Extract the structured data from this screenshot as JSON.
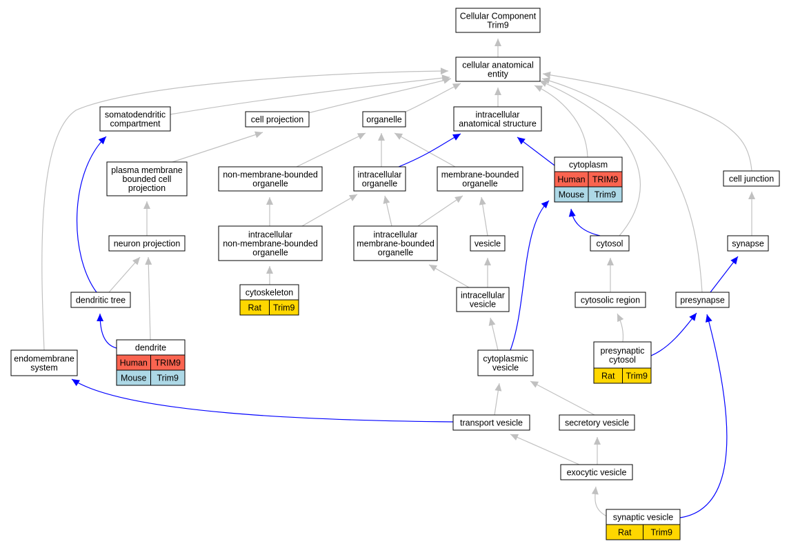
{
  "colors": {
    "gray_edge": "#c0c0c0",
    "blue_edge": "#0000ff",
    "human": "#fa6450",
    "mouse": "#add8e6",
    "rat": "#ffd700"
  },
  "nodes": [
    {
      "id": "cc",
      "lines": [
        "Cellular Component",
        "Trim9"
      ]
    },
    {
      "id": "cae",
      "lines": [
        "cellular anatomical",
        "entity"
      ]
    },
    {
      "id": "somato",
      "lines": [
        "somatodendritic",
        "compartment"
      ]
    },
    {
      "id": "cellproj",
      "lines": [
        "cell projection"
      ]
    },
    {
      "id": "organelle",
      "lines": [
        "organelle"
      ]
    },
    {
      "id": "ias",
      "lines": [
        "intracellular",
        "anatomical structure"
      ]
    },
    {
      "id": "pmbcp",
      "lines": [
        "plasma membrane",
        "bounded cell",
        "projection"
      ]
    },
    {
      "id": "nmbo",
      "lines": [
        "non-membrane-bounded",
        "organelle"
      ]
    },
    {
      "id": "io",
      "lines": [
        "intracellular",
        "organelle"
      ]
    },
    {
      "id": "mbo",
      "lines": [
        "membrane-bounded",
        "organelle"
      ]
    },
    {
      "id": "cytoplasm",
      "lines": [
        "cytoplasm"
      ],
      "species": [
        [
          "Human",
          "TRIM9"
        ],
        [
          "Mouse",
          "Trim9"
        ]
      ]
    },
    {
      "id": "celljunction",
      "lines": [
        "cell junction"
      ]
    },
    {
      "id": "neuronproj",
      "lines": [
        "neuron projection"
      ]
    },
    {
      "id": "inmbo",
      "lines": [
        "intracellular",
        "non-membrane-bounded",
        "organelle"
      ]
    },
    {
      "id": "imbo",
      "lines": [
        "intracellular",
        "membrane-bounded",
        "organelle"
      ]
    },
    {
      "id": "vesicle",
      "lines": [
        "vesicle"
      ]
    },
    {
      "id": "cytosol",
      "lines": [
        "cytosol"
      ]
    },
    {
      "id": "synapse",
      "lines": [
        "synapse"
      ]
    },
    {
      "id": "cytoskeleton",
      "lines": [
        "cytoskeleton"
      ],
      "species": [
        [
          "Rat",
          "Trim9"
        ]
      ]
    },
    {
      "id": "dendtree",
      "lines": [
        "dendritic tree"
      ]
    },
    {
      "id": "intravesicle",
      "lines": [
        "intracellular",
        "vesicle"
      ]
    },
    {
      "id": "cytosolicregion",
      "lines": [
        "cytosolic region"
      ]
    },
    {
      "id": "presynapse",
      "lines": [
        "presynapse"
      ]
    },
    {
      "id": "dendrite",
      "lines": [
        "dendrite"
      ],
      "species": [
        [
          "Human",
          "TRIM9"
        ],
        [
          "Mouse",
          "Trim9"
        ]
      ]
    },
    {
      "id": "endomem",
      "lines": [
        "endomembrane",
        "system"
      ]
    },
    {
      "id": "cytovesicle",
      "lines": [
        "cytoplasmic",
        "vesicle"
      ]
    },
    {
      "id": "precytosol",
      "lines": [
        "presynaptic",
        "cytosol"
      ],
      "species": [
        [
          "Rat",
          "Trim9"
        ]
      ]
    },
    {
      "id": "transportves",
      "lines": [
        "transport vesicle"
      ]
    },
    {
      "id": "secretoryves",
      "lines": [
        "secretory vesicle"
      ]
    },
    {
      "id": "exocyticves",
      "lines": [
        "exocytic vesicle"
      ]
    },
    {
      "id": "synapticves",
      "lines": [
        "synaptic vesicle"
      ],
      "species": [
        [
          "Rat",
          "Trim9"
        ]
      ]
    }
  ],
  "edges": [
    {
      "from": "cae",
      "to": "cc",
      "kind": "gray"
    },
    {
      "from": "somato",
      "to": "cae",
      "kind": "gray"
    },
    {
      "from": "cellproj",
      "to": "cae",
      "kind": "gray"
    },
    {
      "from": "organelle",
      "to": "cae",
      "kind": "gray"
    },
    {
      "from": "ias",
      "to": "cae",
      "kind": "gray"
    },
    {
      "from": "cytoplasm",
      "to": "cae",
      "kind": "gray"
    },
    {
      "from": "cytosol",
      "to": "cae",
      "kind": "gray"
    },
    {
      "from": "presynapse",
      "to": "cae",
      "kind": "gray"
    },
    {
      "from": "celljunction",
      "to": "cae",
      "kind": "gray"
    },
    {
      "from": "endomem",
      "to": "cae",
      "kind": "gray"
    },
    {
      "from": "pmbcp",
      "to": "cellproj",
      "kind": "gray"
    },
    {
      "from": "nmbo",
      "to": "organelle",
      "kind": "gray"
    },
    {
      "from": "io",
      "to": "organelle",
      "kind": "gray"
    },
    {
      "from": "mbo",
      "to": "organelle",
      "kind": "gray"
    },
    {
      "from": "io",
      "to": "ias",
      "kind": "blue"
    },
    {
      "from": "cytoplasm",
      "to": "ias",
      "kind": "blue"
    },
    {
      "from": "neuronproj",
      "to": "pmbcp",
      "kind": "gray"
    },
    {
      "from": "inmbo",
      "to": "nmbo",
      "kind": "gray"
    },
    {
      "from": "inmbo",
      "to": "io",
      "kind": "gray"
    },
    {
      "from": "imbo",
      "to": "io",
      "kind": "gray"
    },
    {
      "from": "imbo",
      "to": "mbo",
      "kind": "gray"
    },
    {
      "from": "vesicle",
      "to": "mbo",
      "kind": "gray"
    },
    {
      "from": "cytosol",
      "to": "cytoplasm",
      "kind": "blue"
    },
    {
      "from": "cytovesicle",
      "to": "cytoplasm",
      "kind": "blue"
    },
    {
      "from": "synapse",
      "to": "celljunction",
      "kind": "gray"
    },
    {
      "from": "dendtree",
      "to": "neuronproj",
      "kind": "gray"
    },
    {
      "from": "dendrite",
      "to": "neuronproj",
      "kind": "gray"
    },
    {
      "from": "dendtree",
      "to": "somato",
      "kind": "blue"
    },
    {
      "from": "cytoskeleton",
      "to": "inmbo",
      "kind": "gray"
    },
    {
      "from": "intravesicle",
      "to": "imbo",
      "kind": "gray"
    },
    {
      "from": "intravesicle",
      "to": "vesicle",
      "kind": "gray"
    },
    {
      "from": "cytosolicregion",
      "to": "cytosol",
      "kind": "gray"
    },
    {
      "from": "presynapse",
      "to": "synapse",
      "kind": "blue"
    },
    {
      "from": "dendrite",
      "to": "dendtree",
      "kind": "blue"
    },
    {
      "from": "cytovesicle",
      "to": "intravesicle",
      "kind": "gray"
    },
    {
      "from": "precytosol",
      "to": "cytosolicregion",
      "kind": "gray"
    },
    {
      "from": "precytosol",
      "to": "presynapse",
      "kind": "blue"
    },
    {
      "from": "transportves",
      "to": "cytovesicle",
      "kind": "gray"
    },
    {
      "from": "secretoryves",
      "to": "cytovesicle",
      "kind": "gray"
    },
    {
      "from": "transportves",
      "to": "endomem",
      "kind": "blue"
    },
    {
      "from": "exocyticves",
      "to": "transportves",
      "kind": "gray"
    },
    {
      "from": "exocyticves",
      "to": "secretoryves",
      "kind": "gray"
    },
    {
      "from": "synapticves",
      "to": "exocyticves",
      "kind": "gray"
    },
    {
      "from": "synapticves",
      "to": "presynapse",
      "kind": "blue"
    }
  ]
}
